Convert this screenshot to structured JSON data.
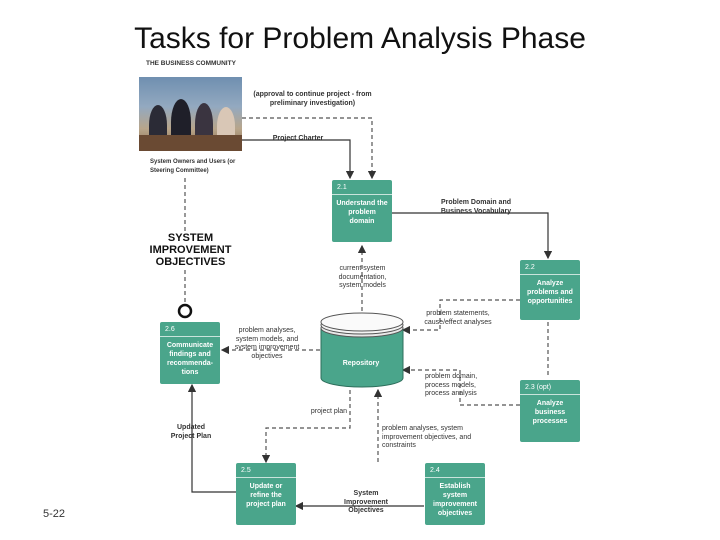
{
  "title": "Tasks for Problem Analysis Phase",
  "slide_number": "5-22",
  "business_community": "THE BUSINESS COMMUNITY",
  "system_owners": "System Owners and Users (or Steering Committee)",
  "approval_note": "(approval to continue project - from preliminary investigation)",
  "project_charter": "Project Charter",
  "system_improvement_objectives": "SYSTEM IMPROVEMENT OBJECTIVES",
  "tasks": {
    "t21": {
      "num": "2.1",
      "label": "Understand the problem domain"
    },
    "t22": {
      "num": "2.2",
      "label": "Analyze problems and opportunities"
    },
    "t23": {
      "num": "2.3 (opt)",
      "label": "Analyze business processes"
    },
    "t24": {
      "num": "2.4",
      "label": "Establish system improvement objectives"
    },
    "t25": {
      "num": "2.5",
      "label": "Update or refine the project plan"
    },
    "t26": {
      "num": "2.6",
      "label": "Communicate findings and recommenda-tions"
    }
  },
  "repository": "Repository",
  "flows": {
    "problem_domain": "Problem Domain and Business Vocabulary",
    "current_docs": "current system documentation, system models",
    "problem_statements": "problem statements, cause/effect analyses",
    "problem_analyses_left": "problem analyses, system models, and system improvement objectives",
    "problem_domain_models": "problem domain, process models, process analysis",
    "project_plan": "project plan",
    "problem_analyses_bottom": "problem analyses, system improvement objectives, and constraints",
    "updated_plan": "Updated Project Plan",
    "sio_small": "System Improvement Objectives"
  }
}
